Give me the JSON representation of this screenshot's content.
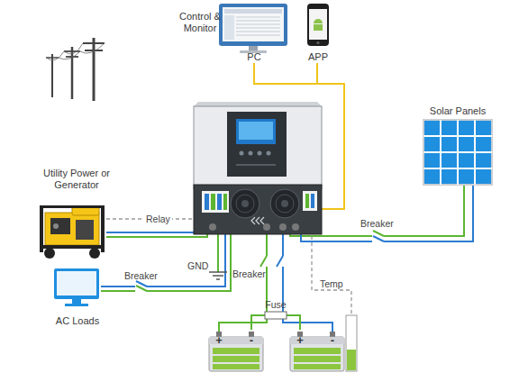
{
  "diagram": {
    "nodes": [
      {
        "text": [
          "Control & Monitor",
          "PC"
        ]
      },
      {
        "text": [
          "APP"
        ]
      },
      {
        "text": [
          "Utility Power or Generator"
        ]
      },
      {
        "text": [
          "Solar Panels"
        ]
      },
      {
        "text": [
          "AC Loads"
        ]
      },
      {
        "text": [
          "+",
          "-"
        ]
      },
      {
        "text": [
          "+",
          "-"
        ]
      }
    ],
    "edges": [
      {
        "from": 5,
        "to": 6,
        "label": "Fuse",
        "arrow": "none"
      }
    ],
    "labels": [
      "Relay",
      "Breaker",
      "GND",
      "Breaker",
      "Breaker",
      "Temp"
    ]
  }
}
